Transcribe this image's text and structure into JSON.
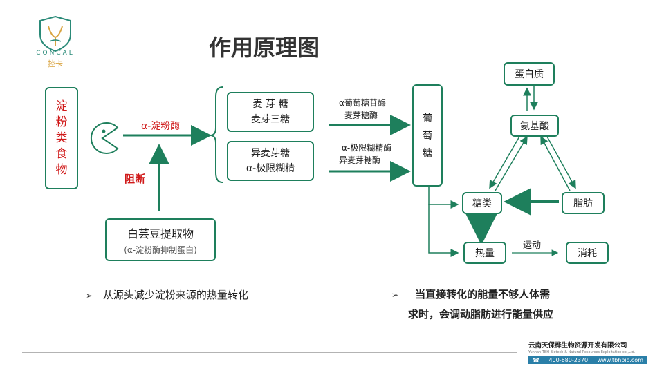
{
  "logo": {
    "brand": "CONCAL",
    "cn": "控卡"
  },
  "title": "作用原理图",
  "starch_food": [
    "淀",
    "粉",
    "类",
    "食",
    "物"
  ],
  "enzyme_label": "α-淀粉酶",
  "block_label": "阻断",
  "extract": {
    "name": "白芸豆提取物",
    "sub": "(α-淀粉酶抑制蛋白)"
  },
  "products": {
    "top": [
      "麦 芽 糖",
      "麦芽三糖"
    ],
    "bottom": [
      "异麦芽糖",
      "α-极限糊精"
    ]
  },
  "enzymes_to_glucose": {
    "top": [
      "α葡萄糖苷酶",
      "麦芽糖酶"
    ],
    "bottom": [
      "α-极限糊精酶",
      "异麦芽糖酶"
    ]
  },
  "glucose": [
    "葡",
    "萄",
    "糖"
  ],
  "metabolism": {
    "protein": "蛋白质",
    "amino_acid": "氨基酸",
    "sugar": "糖类",
    "fat": "脂肪",
    "heat": "热量",
    "exercise": "运动",
    "consume": "消耗"
  },
  "bullets": {
    "left": "从源头减少淀粉来源的热量转化",
    "right_line1": "当直接转化的能量不够人体需",
    "right_line2": "求时，会调动脂肪进行能量供应"
  },
  "bullet_symbol": "➢",
  "company": {
    "name_cn": "云南天保桦生物资源开发有限公司",
    "name_en": "Yunnan TBH Biotech & Natural Resources Exploitation co.,Ltd.",
    "phone": "400-680-2370",
    "web": "www.tbhbio.com"
  },
  "colors": {
    "green": "#1e7f5c",
    "red": "#d01a1a",
    "teal": "#2a8a78"
  }
}
